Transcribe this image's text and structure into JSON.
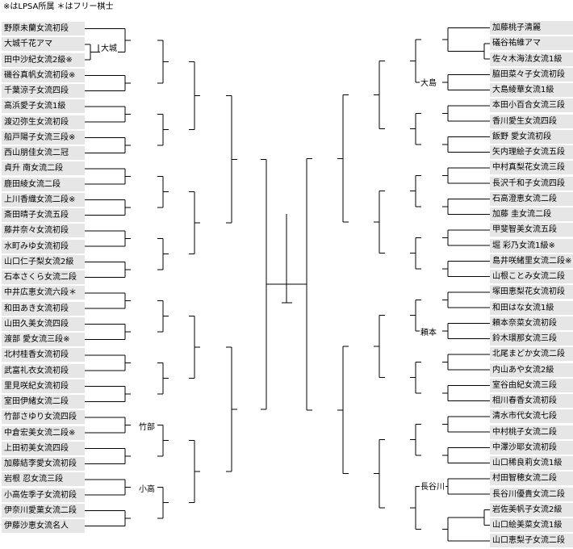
{
  "note": "※はLPSA所属 ＊はフリー棋士",
  "left_players": [
    "野原未蘭女流初段",
    "大城千花アマ",
    "田中沙紀女流2級※",
    "磯谷真帆女流初段※",
    "千葉涼子女流四段",
    "高浜愛子女流1級",
    "渡辺弥生女流初段",
    "船戸陽子女流三段※",
    "西山朋佳女流二冠",
    "貞升 南女流二段",
    "鹿田綾女流二段",
    "上川香織女流二段※",
    "斎田晴子女流五段",
    "藤井奈々女流初段",
    "水町みゆ女流初段",
    "山口仁子梨女流2級",
    "石本さくら女流二段",
    "中井広恵女流六段＊",
    "和田あき女流初段",
    "山田久美女流四段",
    "渡部 愛女流三段※",
    "北村桂香女流初段",
    "武富礼衣女流初段",
    "里見咲紀女流初段",
    "室田伊緒女流二段",
    "竹部さゆり女流四段",
    "中倉宏美女流二段※",
    "上田初美女流四段",
    "加藤結李愛女流初段",
    "岩根 忍女流三段",
    "小高佐季子女流初段",
    "伊奈川愛菓女流二段",
    "伊藤沙恵女流名人"
  ],
  "right_players": [
    "加藤桃子清麗",
    "礒谷祐維アマ",
    "佐々木海法女流1級",
    "脇田菜々子女流初段",
    "大島綾華女流1級",
    "本田小百合女流三段",
    "香川愛生女流四段",
    "飯野 愛女流初段",
    "矢内理絵子女流五段",
    "中村真梨花女流三段",
    "長沢千和子女流四段",
    "石高澄恵女流二段",
    "加藤 圭女流二段",
    "甲斐智美女流五段",
    "堀 彩乃女流1級※",
    "島井咲緒里女流二段※",
    "山根ことみ女流二段",
    "塚田恵梨花女流初段",
    "和田はな女流1級",
    "頼本奈菜女流初段",
    "鈴木環那女流三段",
    "北尾まどか女流二段",
    "内山あや女流2級",
    "室谷由紀女流三段",
    "相川春香女流初段",
    "清水市代女流七段",
    "中村桃子女流二段",
    "中澤沙耶女流初段",
    "山口稀良莉女流1級",
    "村田智穂女流二段",
    "長谷川優貴女流二段",
    "岩佐美帆子女流2級",
    "山口絵美菜女流1級",
    "山口恵梨子女流二段"
  ],
  "seeds": [
    "大城",
    "大島",
    "頼本",
    "竹部",
    "小高",
    "長谷川"
  ]
}
